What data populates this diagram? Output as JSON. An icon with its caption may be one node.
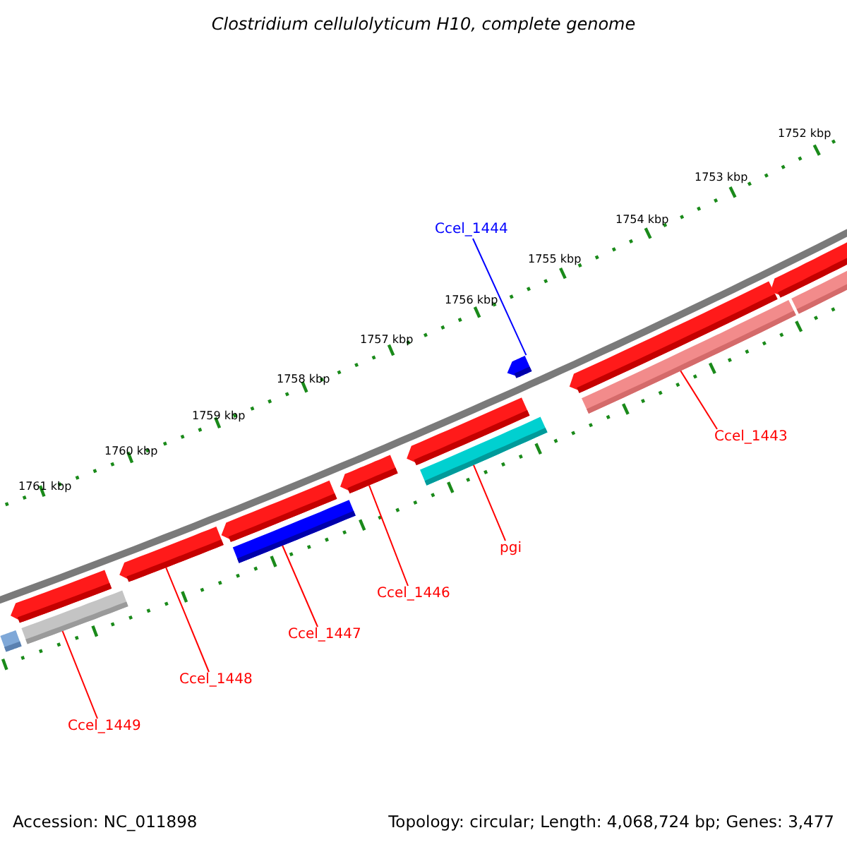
{
  "diagram": {
    "title": "Clostridium cellulolyticum H10, complete genome",
    "nodes": [
      {
        "text": [
          "Ccel_1444"
        ]
      },
      {
        "text": [],
        "shape": "pentagon"
      },
      {
        "text": [
          "Ccel_1443"
        ]
      },
      {
        "text": [],
        "shape": "bar"
      },
      {
        "text": [
          "pgi"
        ]
      },
      {
        "text": [],
        "shape": "bar"
      },
      {
        "text": [
          "Ccel_1446"
        ]
      },
      {
        "text": [],
        "shape": "pentagon"
      },
      {
        "text": [
          "Ccel_1447"
        ]
      },
      {
        "text": [],
        "shape": "bar"
      },
      {
        "text": [
          "Ccel_1448"
        ]
      },
      {
        "text": [],
        "shape": "pentagon"
      },
      {
        "text": [
          "Ccel_1449"
        ]
      },
      {
        "text": [],
        "shape": "bar"
      }
    ],
    "edges": [
      {
        "from": 0,
        "to": 1,
        "arrow": "none",
        "color": "#0000ff"
      },
      {
        "from": 2,
        "to": 3,
        "arrow": "none"
      },
      {
        "from": 4,
        "to": 5,
        "arrow": "none"
      },
      {
        "from": 6,
        "to": 7,
        "arrow": "none"
      },
      {
        "from": 8,
        "to": 9,
        "arrow": "none"
      },
      {
        "from": 10,
        "to": 11,
        "arrow": "none"
      },
      {
        "from": 12,
        "to": 13,
        "arrow": "none"
      }
    ],
    "labels": [
      "1752 kbp",
      "1753 kbp",
      "1754 kbp",
      "1755 kbp",
      "1756 kbp",
      "1757 kbp",
      "1758 kbp",
      "1759 kbp",
      "1760 kbp",
      "1761 kbp",
      "Accession: NC_011898",
      "Topology: circular; Length: 4,068,724 bp; Genes: 3,477"
    ]
  }
}
